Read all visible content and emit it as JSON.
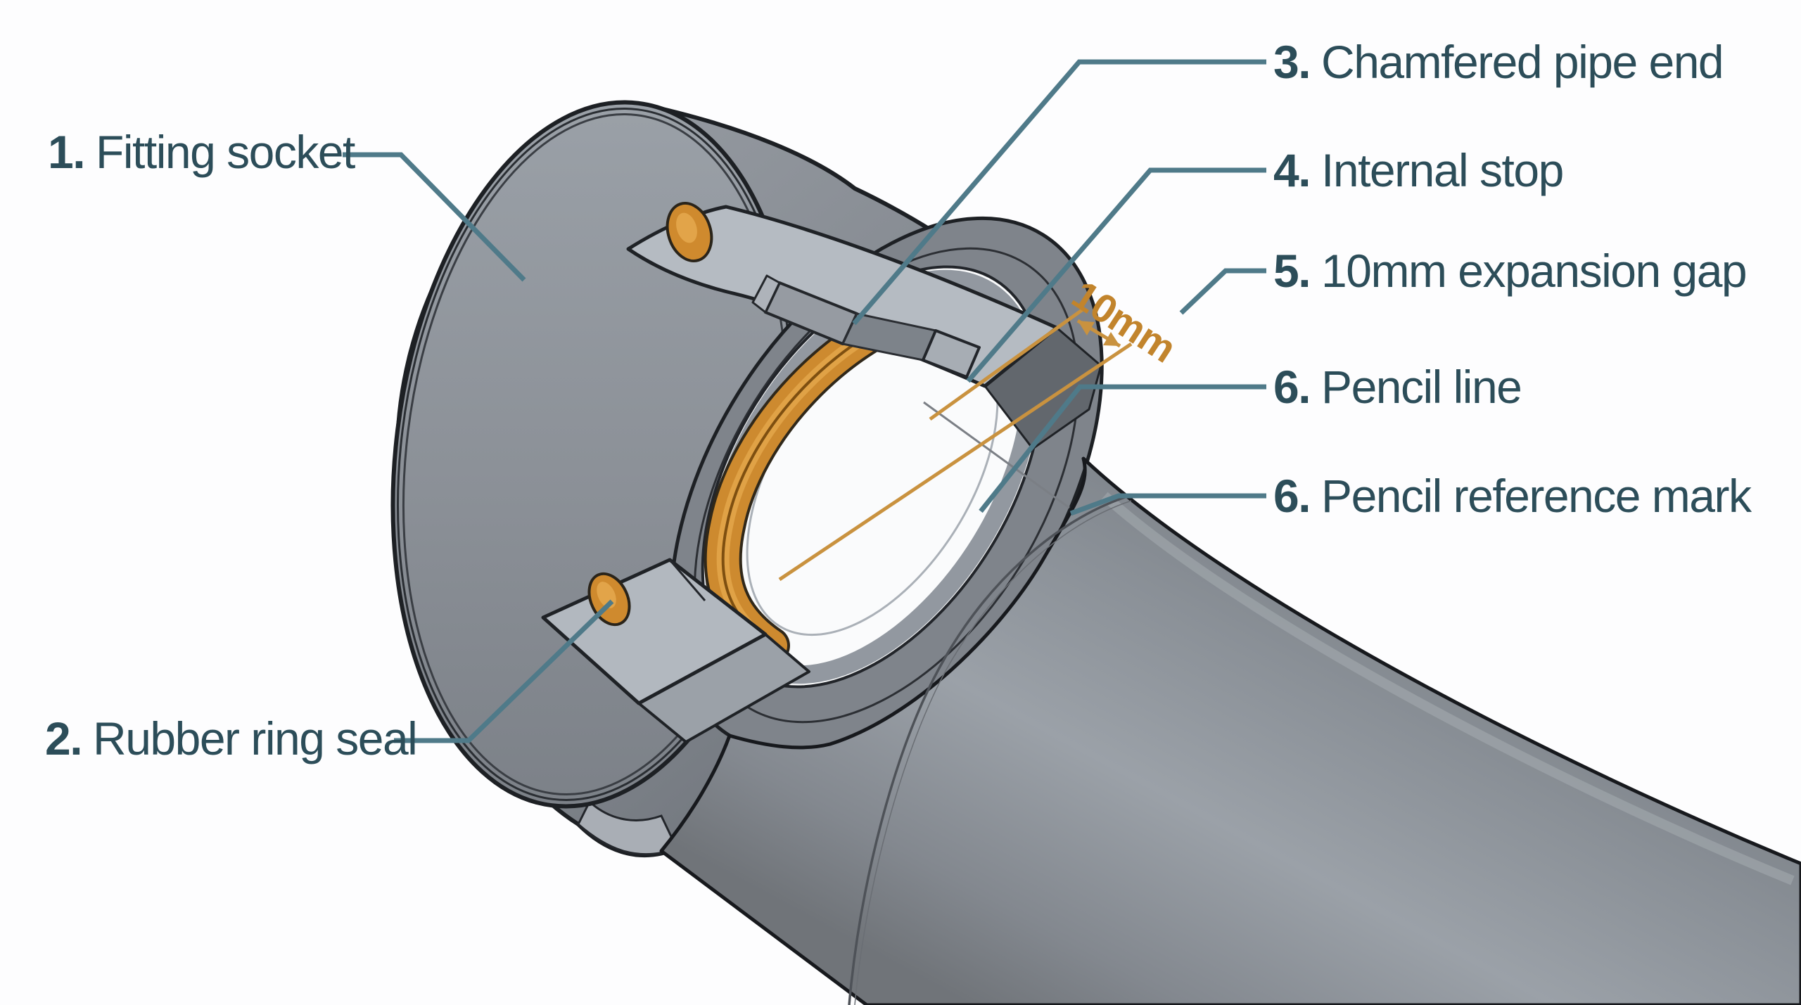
{
  "diagram": {
    "subject": "pipe-fitting-cutaway",
    "dimension": {
      "value": "10mm"
    },
    "labels": {
      "left": [
        {
          "num": "1.",
          "text": "Fitting socket"
        },
        {
          "num": "2.",
          "text": "Rubber ring seal"
        }
      ],
      "right": [
        {
          "num": "3.",
          "text": "Chamfered pipe end"
        },
        {
          "num": "4.",
          "text": "Internal stop"
        },
        {
          "num": "5.",
          "text": "10mm expansion gap"
        },
        {
          "num": "6.",
          "text": "Pencil line"
        },
        {
          "num": "6.",
          "text": "Pencil reference mark"
        }
      ]
    },
    "colors": {
      "label_text": "#2c4d59",
      "leader_line": "#4f7a89",
      "dimension_orange": "#c2842c",
      "seal_orange": "#cd8a2f",
      "pipe_gray": "#8a9096",
      "outline": "#1d2024",
      "background": "#fdfdfe"
    }
  }
}
